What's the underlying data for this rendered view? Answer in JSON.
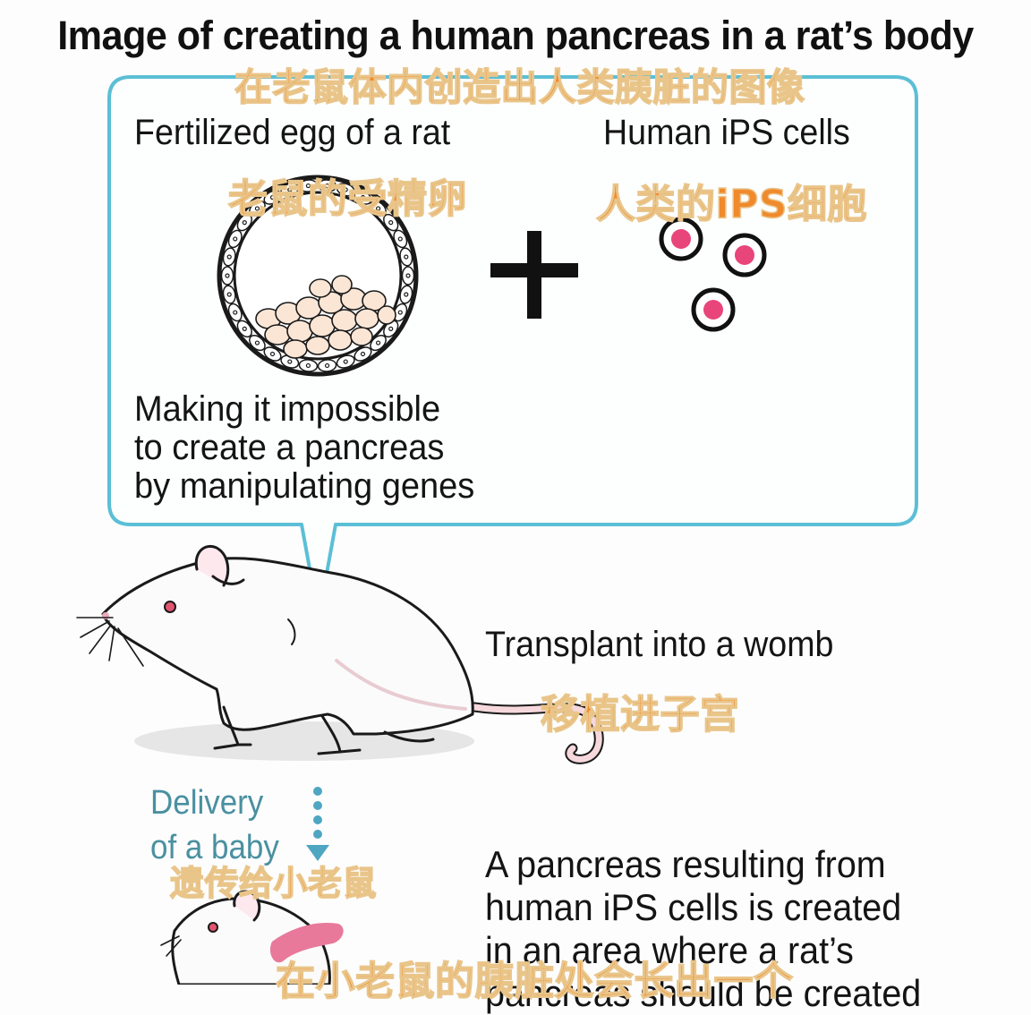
{
  "title": "Image of creating a human pancreas in a rat’s body",
  "title_cn": "在老鼠体内创造出人类胰脏的图像",
  "box": {
    "egg_label": "Fertilized egg of a rat",
    "egg_label_cn": "老鼠的受精卵",
    "ips_label": "Human iPS cells",
    "ips_label_cn": "人类的iPS细胞",
    "plus_symbol": "+",
    "making_lines": [
      "Making it impossible",
      "to create a pancreas",
      "by manipulating genes"
    ]
  },
  "transplant": {
    "label": "Transplant into a womb",
    "label_cn": "移植进子宫"
  },
  "delivery": {
    "lines": [
      "Delivery",
      "of a baby"
    ],
    "label_cn": "遗传给小老鼠"
  },
  "result": {
    "lines": [
      "A pancreas resulting from",
      "human iPS cells is created",
      "in an area where a rat’s",
      "pancreas should be created"
    ],
    "label_cn": "在小老鼠的胰脏处会长出一个"
  },
  "colors": {
    "box_border": "#5bbfd6",
    "box_fill": "#fdfefe",
    "chinese_text": "#f08a2c",
    "cell_pink": "#e8457a",
    "pancreas_pink": "#e8799a",
    "delivery_text": "#4a90a0",
    "delivery_arrow": "#4fa6c2"
  }
}
